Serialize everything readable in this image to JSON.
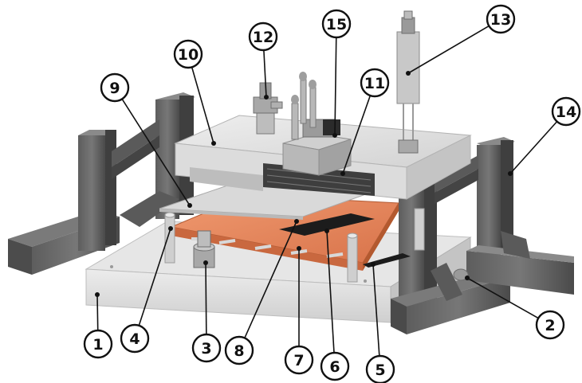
{
  "callouts": [
    {
      "id": "1",
      "label": "1"
    },
    {
      "id": "2",
      "label": "2"
    },
    {
      "id": "3",
      "label": "3"
    },
    {
      "id": "4",
      "label": "4"
    },
    {
      "id": "5",
      "label": "5"
    },
    {
      "id": "6",
      "label": "6"
    },
    {
      "id": "7",
      "label": "7"
    },
    {
      "id": "8",
      "label": "8"
    },
    {
      "id": "9",
      "label": "9"
    },
    {
      "id": "10",
      "label": "10"
    },
    {
      "id": "11",
      "label": "11"
    },
    {
      "id": "12",
      "label": "12"
    },
    {
      "id": "13",
      "label": "13"
    },
    {
      "id": "14",
      "label": "14"
    },
    {
      "id": "15",
      "label": "15"
    }
  ],
  "colors": {
    "aluminum_light": "#e3e3e3",
    "aluminum_mid": "#c9c9c9",
    "aluminum_dark": "#a7a7a7",
    "profile_dark": "#4f4f4f",
    "profile_mid": "#6a6a6a",
    "copper_plate": "#e5865c",
    "copper_dark": "#c9683f",
    "gasket_black": "#1c1c1c"
  }
}
